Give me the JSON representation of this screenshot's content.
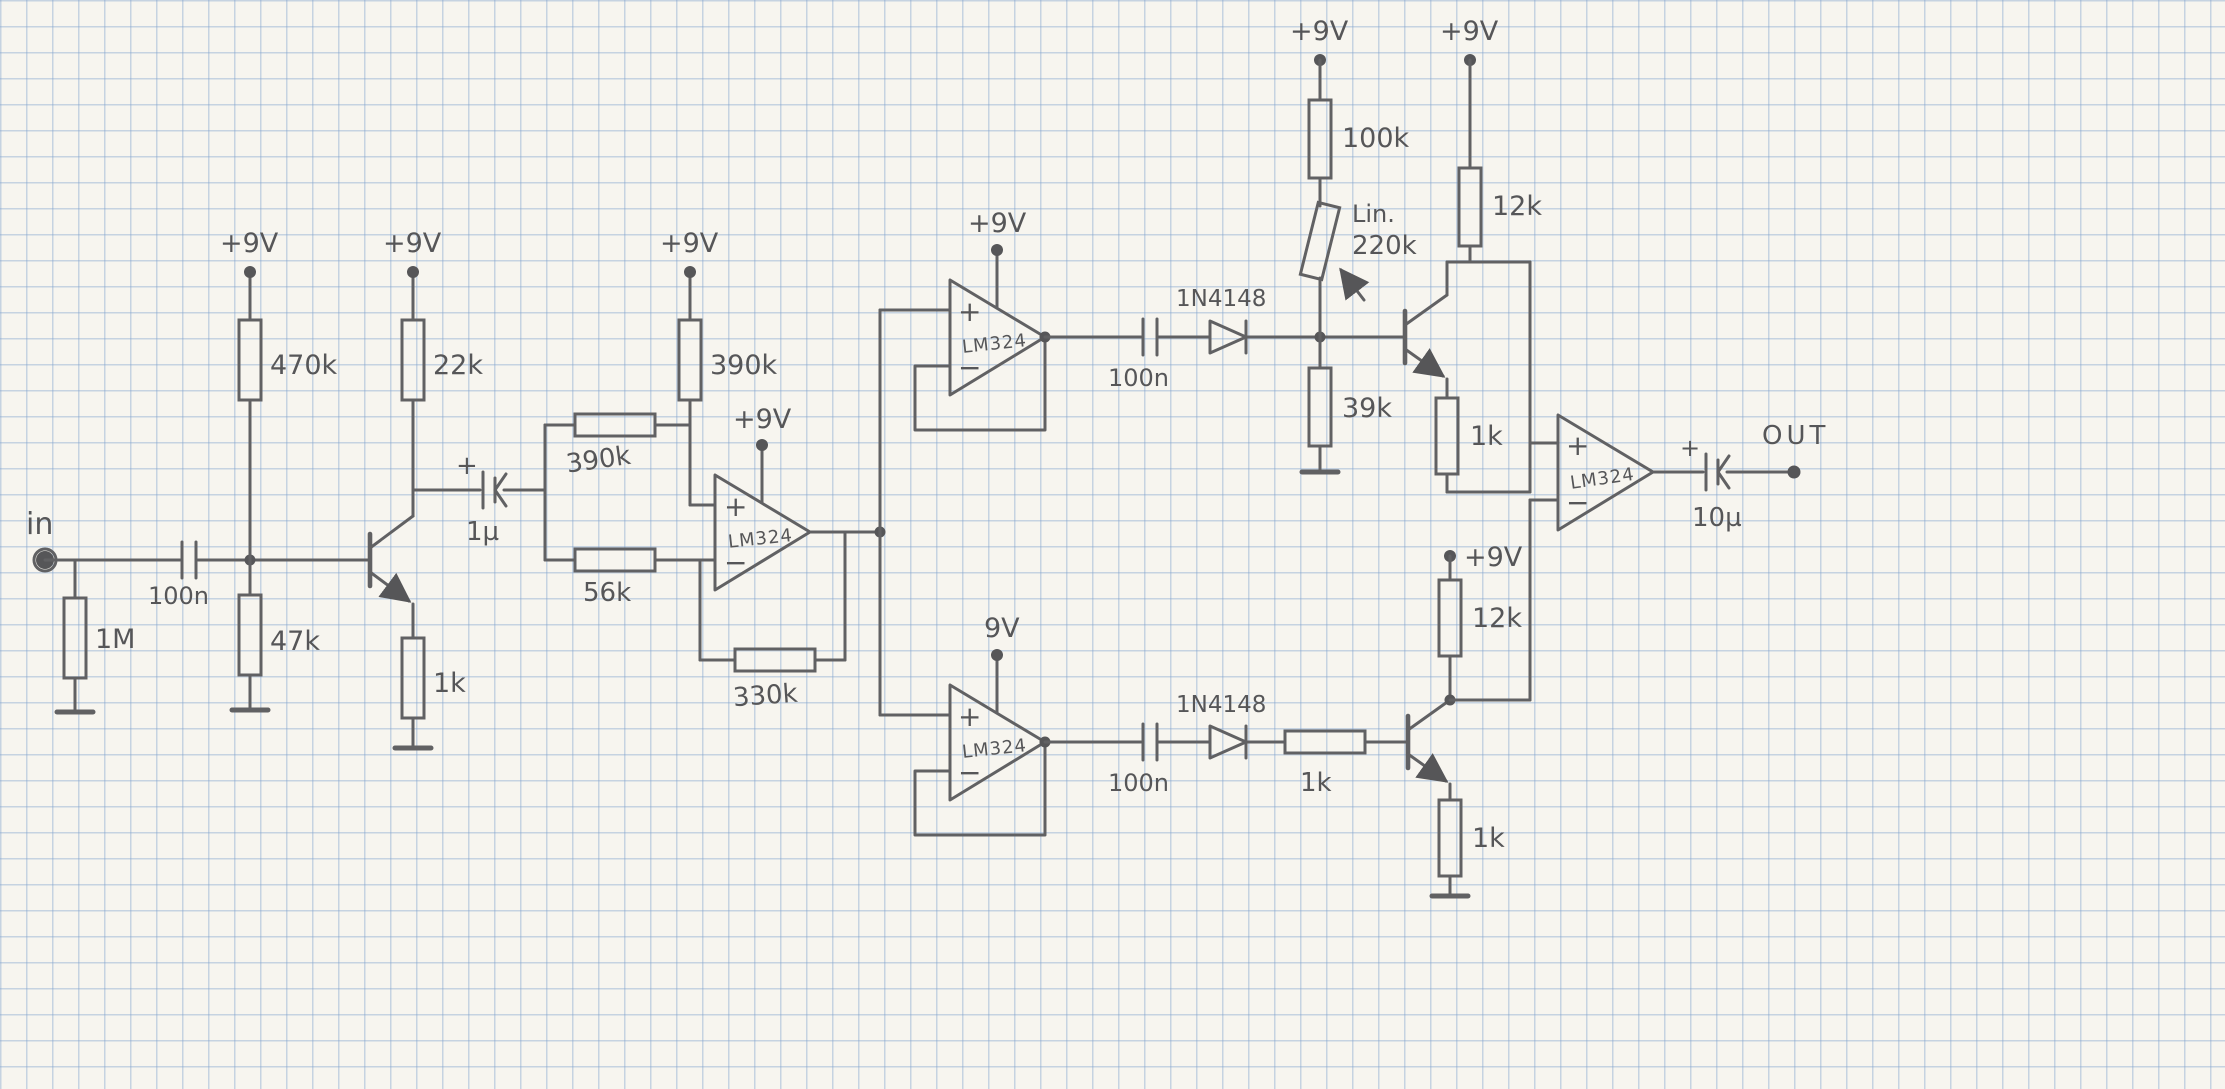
{
  "paper": {
    "grid_color": "#7da0cd",
    "background": "#f7f5ef",
    "ink": "#616163"
  },
  "terminals": {
    "input": "in",
    "output": "OUT"
  },
  "supplies": {
    "bias": "+9V",
    "q1": "+9V",
    "pullup": "+9V",
    "u1": "+9V",
    "u2": "+9V",
    "envelope": "+9V",
    "q2": "+9V",
    "q3": "+9V",
    "u3": "9V"
  },
  "resistors": {
    "input_shunt": "1M",
    "bias_upper": "470k",
    "bias_lower": "47k",
    "q1_collector": "22k",
    "q1_emitter": "1k",
    "fb_upper": "390k",
    "inverting_input": "56k",
    "pullup": "390k",
    "fb_lower": "330k",
    "envelope_series": "100k",
    "envelope_shunt": "39k",
    "q2_collector": "12k",
    "q2_emitter": "1k",
    "q3_collector": "12k",
    "q3_base": "1k",
    "q3_emitter": "1k"
  },
  "potentiometer": {
    "taper": "Lin.",
    "value": "220k"
  },
  "capacitors": {
    "input_coupling": "100n",
    "interstage": "1µ",
    "upper_coupling": "100n",
    "lower_coupling": "100n",
    "output_coupling": "10µ"
  },
  "diodes": {
    "upper": "1N4148",
    "lower": "1N4148"
  },
  "opamps": {
    "u1": "LM324",
    "u2": "LM324",
    "u3": "LM324",
    "u4": "LM324",
    "plus": "+",
    "minus": "−"
  },
  "polarity_mark": "+"
}
